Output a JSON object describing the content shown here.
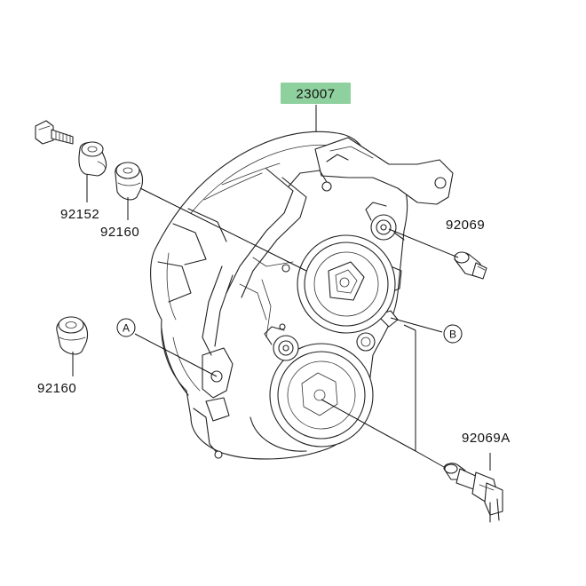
{
  "main_assembly": {
    "number": "23007",
    "highlight_color": "#8fd19e"
  },
  "parts": [
    {
      "id": "p92152",
      "number": "92152"
    },
    {
      "id": "p92160a",
      "number": "92160"
    },
    {
      "id": "p92160b",
      "number": "92160"
    },
    {
      "id": "p92069",
      "number": "92069"
    },
    {
      "id": "p92069a",
      "number": "92069A"
    }
  ],
  "callouts": [
    {
      "id": "ca",
      "letter": "A"
    },
    {
      "id": "cb",
      "letter": "B"
    }
  ]
}
